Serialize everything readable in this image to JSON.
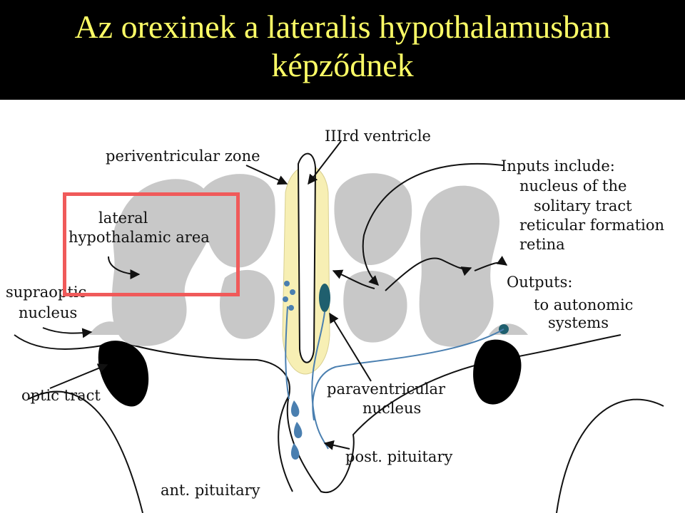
{
  "slide": {
    "title_line1": "Az orexinek a lateralis hypothalamusban",
    "title_line2": "képződnek"
  },
  "diagram": {
    "labels": {
      "periventricular_zone": "periventricular zone",
      "third_ventricle": "IIIrd ventricle",
      "lateral": "lateral",
      "hypothalamic_area": "hypothalamic area",
      "supraoptic": "supraoptic",
      "nucleus": "nucleus",
      "optic_tract": "optic tract",
      "inputs_title": "Inputs include:",
      "input_1": "nucleus of the",
      "input_2": "solitary tract",
      "input_3": "reticular formation",
      "input_4": "retina",
      "outputs_title": "Outputs:",
      "output_1": "to autonomic",
      "output_2": "systems",
      "paraventricular": "paraventricular",
      "pvn_nucleus": "nucleus",
      "post_pituitary": "post. pituitary",
      "ant_pituitary": "ant. pituitary"
    },
    "colors": {
      "gray_region": "#c8c8c8",
      "periventricular_yellow": "#f7efb4",
      "nucleus_teal": "#1f5f6e",
      "neuron_blue": "#4a7fb0",
      "optic_black": "#000000",
      "highlight_red": "#f05a5a",
      "title_yellow": "#ffff66"
    },
    "icons": {
      "arrow": "line-arrow",
      "droplet": "droplet-icon"
    }
  }
}
